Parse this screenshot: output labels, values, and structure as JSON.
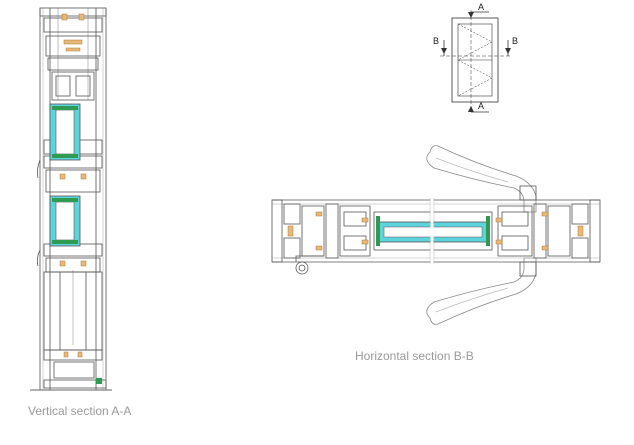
{
  "captions": {
    "vertical": "Vertical section A-A",
    "horizontal": "Horizontal section B-B"
  },
  "key_plan": {
    "top_marker": "A",
    "bottom_marker": "A",
    "left_marker": "B",
    "right_marker": "B"
  },
  "colors": {
    "line": "#555555",
    "thin_line": "#9a9a9a",
    "glass": "#5fd3dc",
    "gasket": "#2e9a52",
    "thermal_break": "#e7b878",
    "caption": "#9a9a9a"
  }
}
